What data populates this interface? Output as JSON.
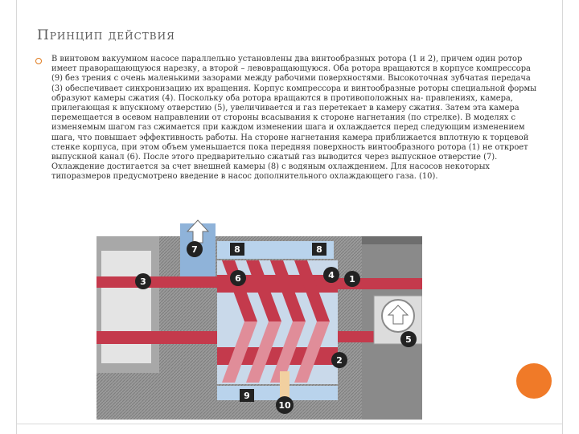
{
  "slide": {
    "title": "Принцип действия",
    "paragraph": "В винтовом вакуумном насосе параллельно установлены два винтообразных ротора (1 и 2), причем один ротор имеет праворащающуюся нарезку, а второй – левовращающуюся. Оба ротора вращаются в корпусе компрессора (9) без трения с очень маленькими зазорами между рабочими поверхностями. Высокоточная зубчатая передача (3) обеспечивает синхронизацию их вращения. Корпус компрессора и винтообразные роторы специальной формы образуют камеры сжатия (4). Поскольку оба ротора вращаются в противоположных на- правлениях, камера, прилегающая к впускному отверстию (5), увеличивается и газ перетекает в камеру сжатия. Затем эта камера перемещается в осевом направлении от стороны всасывания к стороне нагнетания (по стрелке). В моделях с изменяемым шагом газ сжимается при каждом изменении шага и охлаждается перед следующим изменением шага, что повышает эффективность работы. На стороне нагнетания камера приближается вплотную к торцевой стенке корпуса, при этом объем уменьшается пока передняя поверхность винтообразного ротора (1) не откроет выпускной канал (6). После этого предварительно сжатый газ выводится через выпускное отверстие (7). Охлаждение достигается за счет внешней камеры (8) с водяным охлаждением. Для насосов некоторых типоразмеров предусмотрено введение в насос дополнительного охлаждающего газа. (10)."
  },
  "diagram": {
    "labels": {
      "l1": "1",
      "l2": "2",
      "l3": "3",
      "l4": "4",
      "l5": "5",
      "l6": "6",
      "l7": "7",
      "l8a": "8",
      "l8b": "8",
      "l9": "9",
      "l10": "10"
    }
  },
  "colors": {
    "rotor": "#c43a4c",
    "rotor_light": "#e08d99",
    "shaft": "#c43a4c",
    "housing": "#8f8f8f",
    "housing_dark": "#5c5c5c",
    "gas_blue": "#8fb3d9",
    "cooling_blue": "#b9d3ec",
    "label_bg": "#222222",
    "accent": "#f07a28"
  }
}
